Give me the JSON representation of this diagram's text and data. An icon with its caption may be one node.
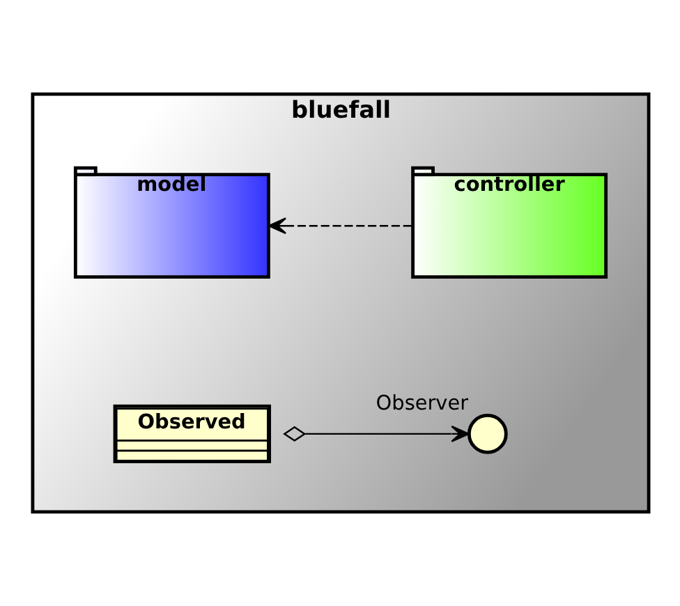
{
  "diagram": {
    "nodes": [
      {
        "text": [
          "bluefall"
        ]
      },
      {
        "text": [
          "model"
        ],
        "in": 0
      },
      {
        "text": [
          "controller"
        ],
        "in": 0
      },
      {
        "text": [
          "Observed"
        ],
        "in": 0
      },
      {
        "text": [
          "Observer"
        ],
        "in": 0
      }
    ],
    "edges": [
      {
        "from": 2,
        "to": 1,
        "arrow": "to",
        "style": "dashed"
      },
      {
        "from": 3,
        "to": 4,
        "arrow": "to"
      }
    ]
  }
}
